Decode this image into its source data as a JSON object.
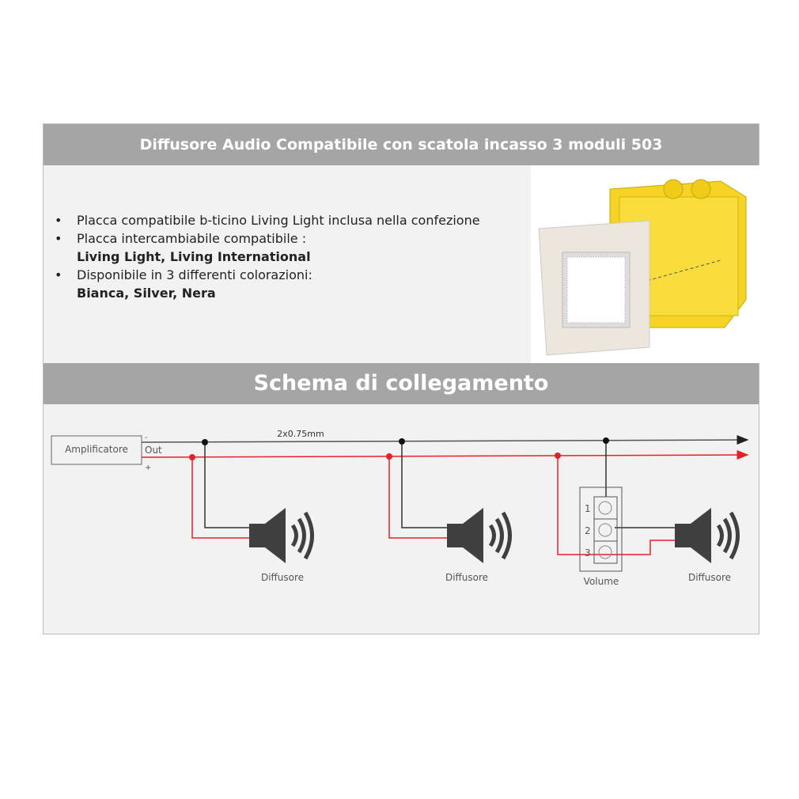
{
  "header": {
    "title": "Diffusore Audio Compatibile con scatola incasso 3 moduli 503"
  },
  "features": [
    {
      "text": "Placca compatibile b-ticino Living Light inclusa nella confezione"
    },
    {
      "text": "Placca intercambiabile compatibile :",
      "sub": "Living Light, Living International"
    },
    {
      "text": "Disponibile in 3 differenti colorazioni:",
      "sub": "Bianca, Silver, Nera"
    }
  ],
  "schema": {
    "title": "Schema di collegamento",
    "amplifier": "Amplificatore",
    "minus": "-",
    "out": "Out",
    "plus": "+",
    "cable": "2x0.75mm",
    "speaker1": "Diffusore",
    "speaker2": "Diffusore",
    "speaker3": "Diffusore",
    "volume": "Volume",
    "t1": "1",
    "t2": "2",
    "t3": "3",
    "colors": {
      "negative": "#222222",
      "positive": "#e8202a"
    }
  }
}
